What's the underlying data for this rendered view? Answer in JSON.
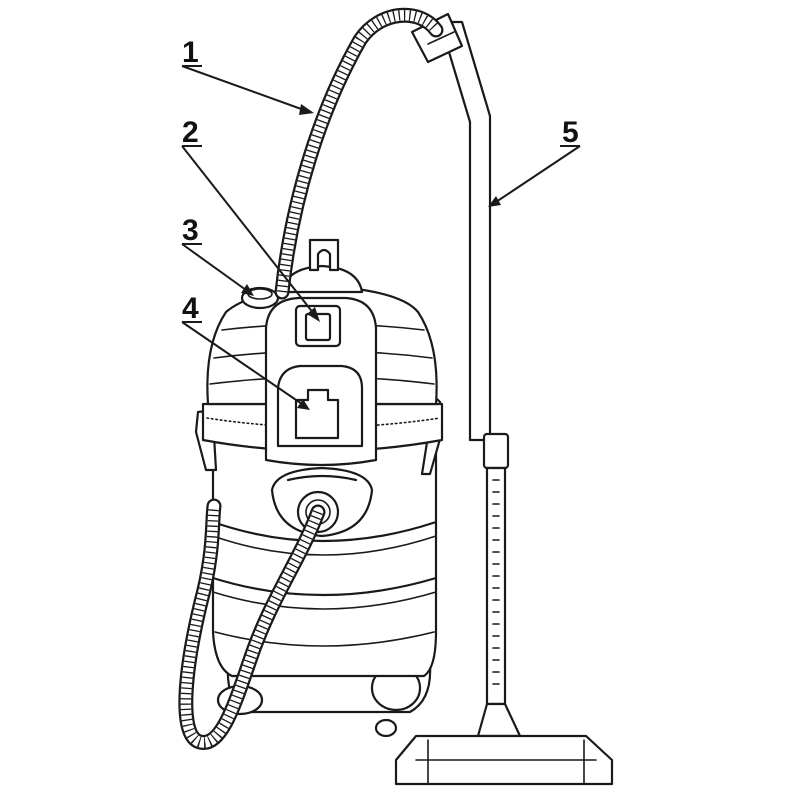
{
  "diagram": {
    "callouts": [
      {
        "id": "1",
        "label": "1",
        "part": "flexible-hose"
      },
      {
        "id": "2",
        "label": "2",
        "part": "power-switch"
      },
      {
        "id": "3",
        "label": "3",
        "part": "top-knob"
      },
      {
        "id": "4",
        "label": "4",
        "part": "handle"
      },
      {
        "id": "5",
        "label": "5",
        "part": "extension-tube"
      }
    ],
    "colors": {
      "ink": "#1a1a1a",
      "paper": "#ffffff"
    }
  }
}
